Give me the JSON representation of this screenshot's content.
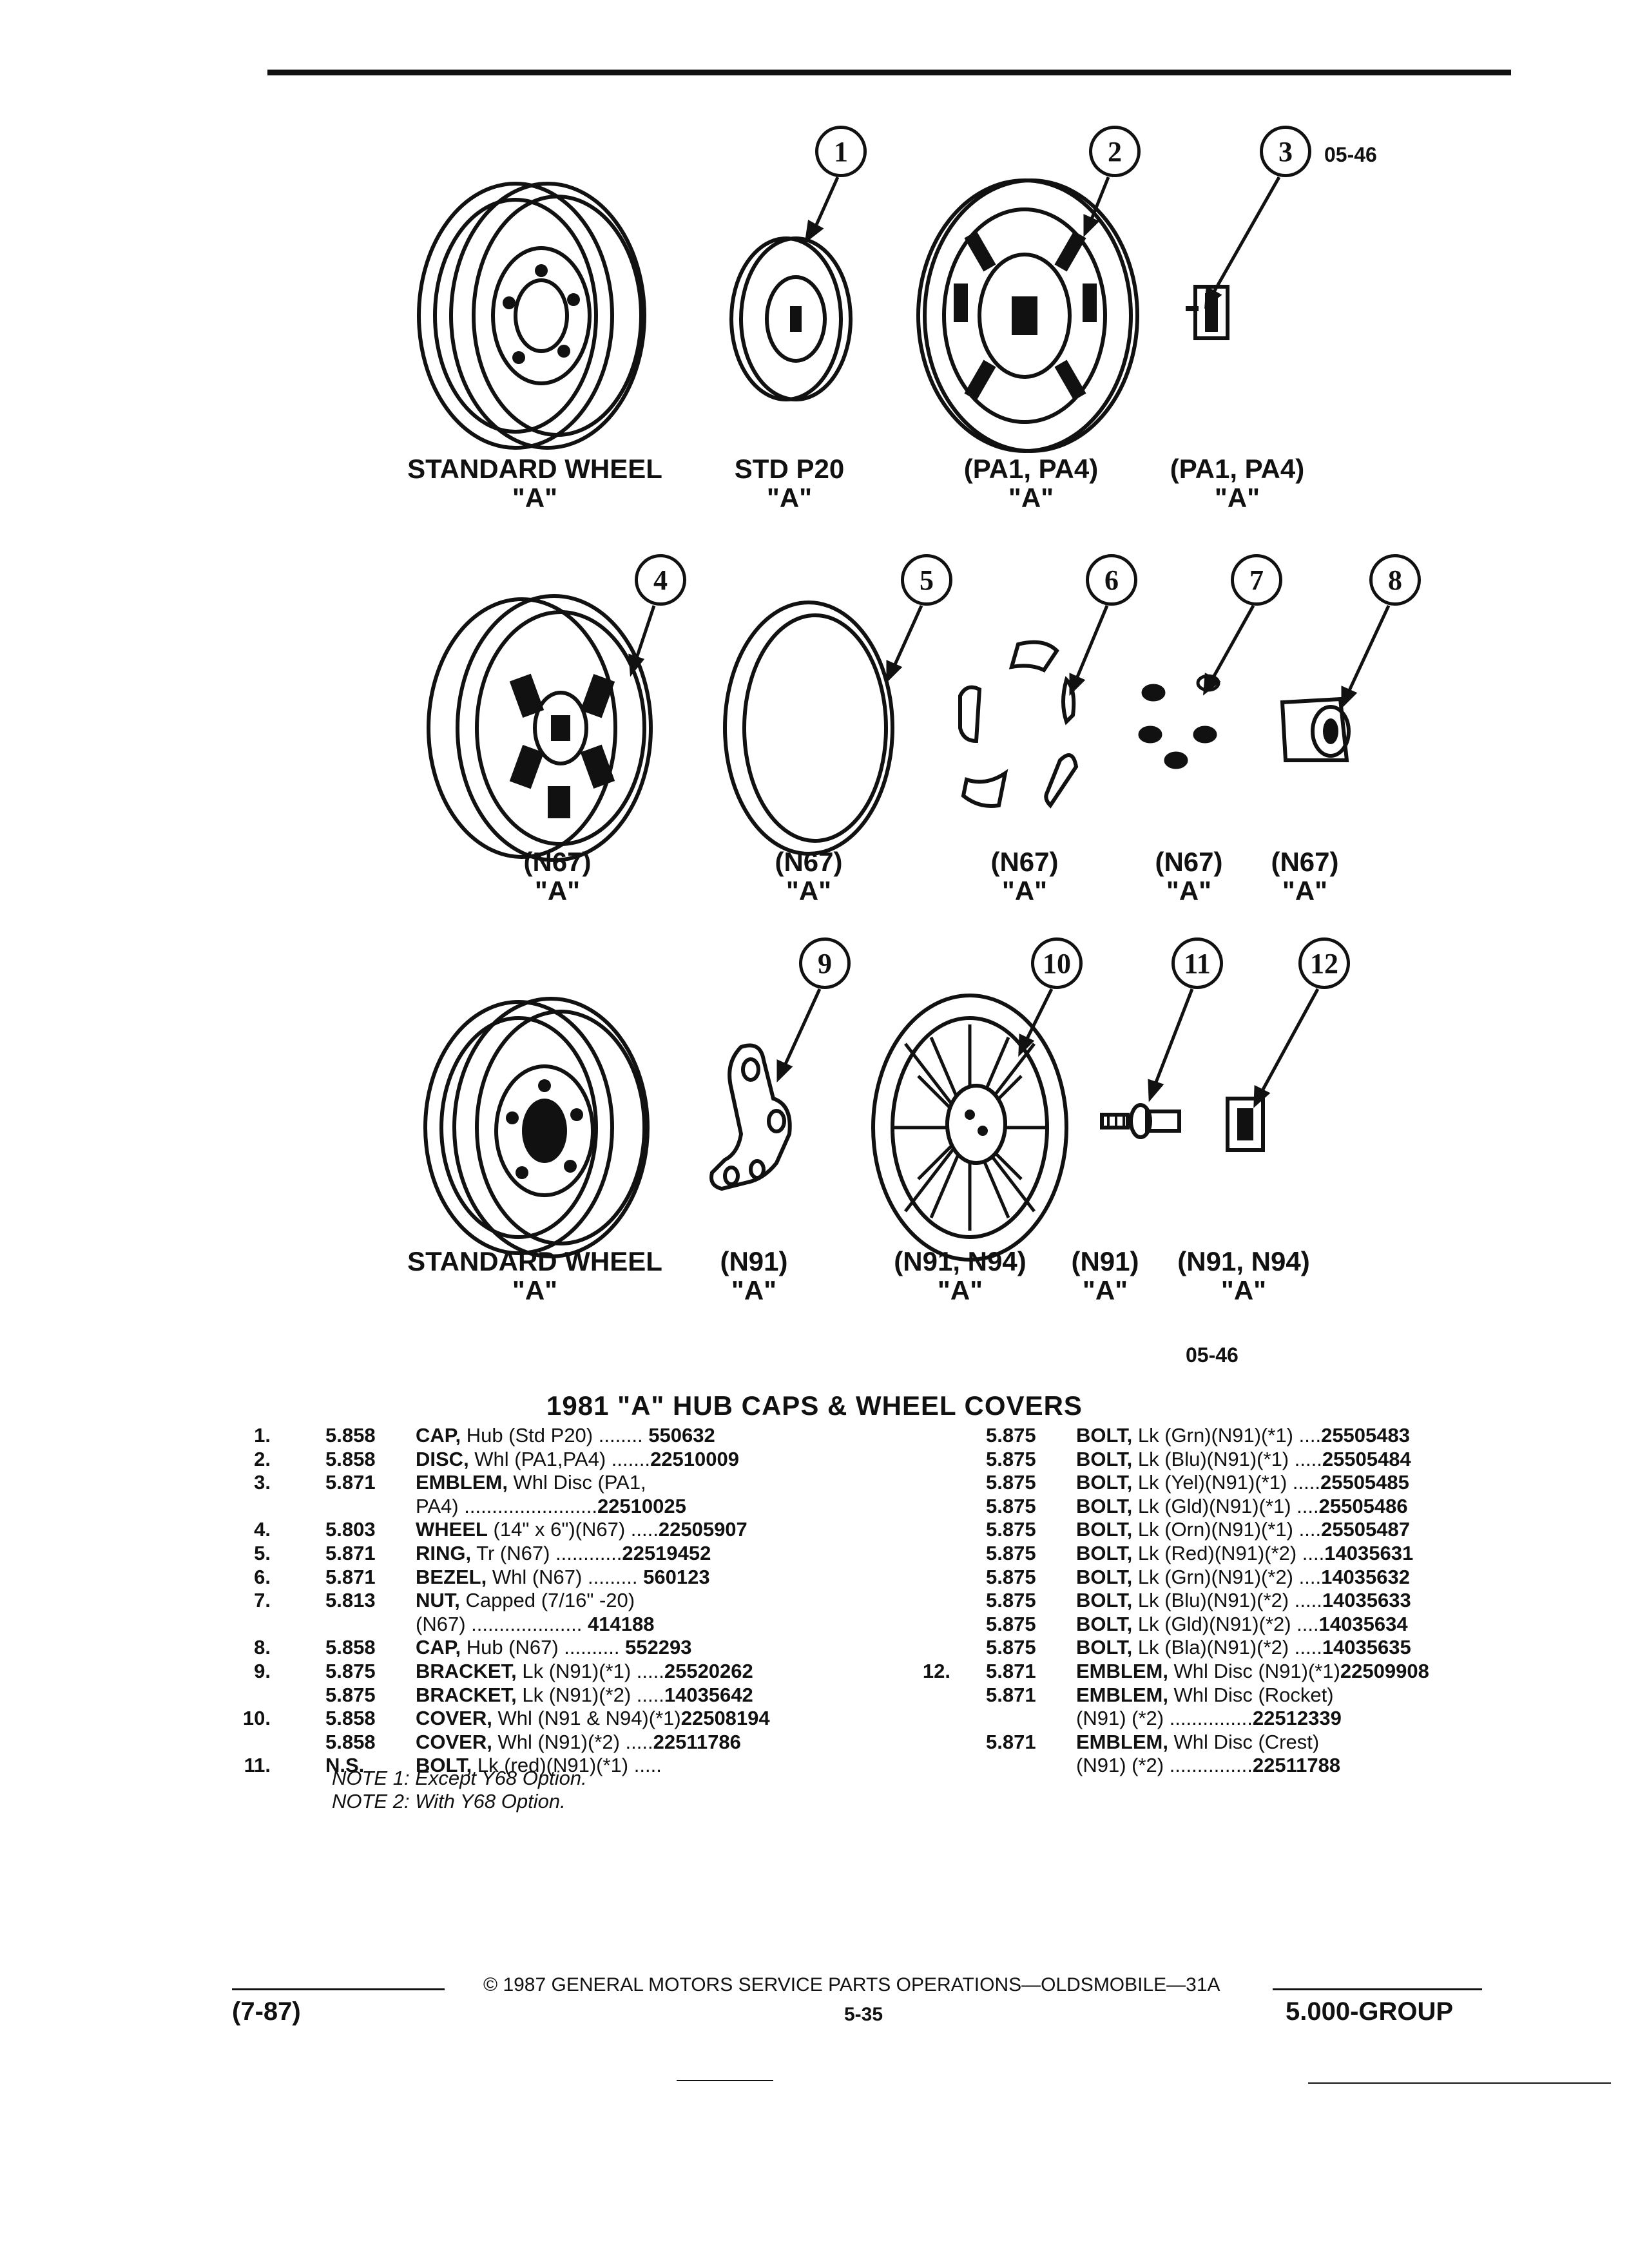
{
  "header": {
    "ref_code": "05-46"
  },
  "illustrations": [
    {
      "callout": "",
      "label": "STANDARD WHEEL",
      "sub": "\"A\""
    },
    {
      "callout": "1",
      "label": "STD P20",
      "sub": "\"A\""
    },
    {
      "callout": "2",
      "label": "(PA1, PA4)",
      "sub": "\"A\""
    },
    {
      "callout": "3",
      "label": "(PA1, PA4)",
      "sub": "\"A\""
    },
    {
      "callout": "4",
      "label": "(N67)",
      "sub": "\"A\""
    },
    {
      "callout": "5",
      "label": "(N67)",
      "sub": "\"A\""
    },
    {
      "callout": "6",
      "label": "(N67)",
      "sub": "\"A\""
    },
    {
      "callout": "7",
      "label": "(N67)",
      "sub": "\"A\""
    },
    {
      "callout": "8",
      "label": "(N67)",
      "sub": "\"A\""
    },
    {
      "callout": "",
      "label": "STANDARD WHEEL",
      "sub": "\"A\""
    },
    {
      "callout": "9",
      "label": "(N91)",
      "sub": "\"A\""
    },
    {
      "callout": "10",
      "label": "(N91, N94)",
      "sub": "\"A\""
    },
    {
      "callout": "11",
      "label": "(N91)",
      "sub": "\"A\""
    },
    {
      "callout": "12",
      "label": "(N91, N94)",
      "sub": "\"A\""
    }
  ],
  "figure_code": "05-46",
  "title": "1981 \"A\" HUB CAPS & WHEEL COVERS",
  "left_parts": [
    {
      "num": "1.",
      "group": "5.858",
      "name": "CAP,",
      "desc": " Hub (Std P20) ........ ",
      "part": "550632"
    },
    {
      "num": "2.",
      "group": "5.858",
      "name": "DISC,",
      "desc": " Whl (PA1,PA4) .......",
      "part": "22510009"
    },
    {
      "num": "3.",
      "group": "5.871",
      "name": "EMBLEM,",
      "desc": " Whl Disc (PA1,",
      "part": ""
    },
    {
      "num": "",
      "group": "",
      "name": "",
      "desc": "PA4) ........................",
      "part": "22510025"
    },
    {
      "num": "4.",
      "group": "5.803",
      "name": "WHEEL",
      "desc": " (14\" x 6\")(N67) .....",
      "part": "22505907"
    },
    {
      "num": "5.",
      "group": "5.871",
      "name": "RING,",
      "desc": " Tr (N67) ............",
      "part": "22519452"
    },
    {
      "num": "6.",
      "group": "5.871",
      "name": "BEZEL,",
      "desc": " Whl (N67) ......... ",
      "part": "560123"
    },
    {
      "num": "7.",
      "group": "5.813",
      "name": "NUT,",
      "desc": " Capped (7/16\" -20)",
      "part": ""
    },
    {
      "num": "",
      "group": "",
      "name": "",
      "desc": "(N67) .................... ",
      "part": "414188"
    },
    {
      "num": "8.",
      "group": "5.858",
      "name": "CAP,",
      "desc": " Hub (N67) .......... ",
      "part": "552293"
    },
    {
      "num": "9.",
      "group": "5.875",
      "name": "BRACKET,",
      "desc": " Lk (N91)(*1) .....",
      "part": "25520262"
    },
    {
      "num": "",
      "group": "5.875",
      "name": "BRACKET,",
      "desc": " Lk (N91)(*2) .....",
      "part": "14035642"
    },
    {
      "num": "10.",
      "group": "5.858",
      "name": "COVER,",
      "desc": " Whl (N91 & N94)(*1)",
      "part": "22508194"
    },
    {
      "num": "",
      "group": "5.858",
      "name": "COVER,",
      "desc": " Whl (N91)(*2) .....",
      "part": "22511786"
    },
    {
      "num": "11.",
      "group": "N.S.",
      "name": "BOLT,",
      "desc": " Lk (red)(N91)(*1) .....",
      "part": ""
    }
  ],
  "notes": [
    "NOTE 1: Except Y68 Option.",
    "NOTE 2: With Y68 Option."
  ],
  "right_parts": [
    {
      "num": "",
      "group": "5.875",
      "name": "BOLT,",
      "desc": " Lk (Grn)(N91)(*1) ....",
      "part": "25505483"
    },
    {
      "num": "",
      "group": "5.875",
      "name": "BOLT,",
      "desc": " Lk (Blu)(N91)(*1) .....",
      "part": "25505484"
    },
    {
      "num": "",
      "group": "5.875",
      "name": "BOLT,",
      "desc": " Lk (Yel)(N91)(*1) .....",
      "part": "25505485"
    },
    {
      "num": "",
      "group": "5.875",
      "name": "BOLT,",
      "desc": " Lk (Gld)(N91)(*1) ....",
      "part": "25505486"
    },
    {
      "num": "",
      "group": "5.875",
      "name": "BOLT,",
      "desc": " Lk (Orn)(N91)(*1) ....",
      "part": "25505487"
    },
    {
      "num": "",
      "group": "5.875",
      "name": "BOLT,",
      "desc": " Lk (Red)(N91)(*2) ....",
      "part": "14035631"
    },
    {
      "num": "",
      "group": "5.875",
      "name": "BOLT,",
      "desc": " Lk (Grn)(N91)(*2) ....",
      "part": "14035632"
    },
    {
      "num": "",
      "group": "5.875",
      "name": "BOLT,",
      "desc": " Lk (Blu)(N91)(*2) .....",
      "part": "14035633"
    },
    {
      "num": "",
      "group": "5.875",
      "name": "BOLT,",
      "desc": " Lk (Gld)(N91)(*2) ....",
      "part": "14035634"
    },
    {
      "num": "",
      "group": "5.875",
      "name": "BOLT,",
      "desc": " Lk (Bla)(N91)(*2) .....",
      "part": "14035635"
    },
    {
      "num": "12.",
      "group": "5.871",
      "name": "EMBLEM,",
      "desc": " Whl Disc (N91)(*1)",
      "part": "22509908"
    },
    {
      "num": "",
      "group": "5.871",
      "name": "EMBLEM,",
      "desc": " Whl Disc (Rocket)",
      "part": ""
    },
    {
      "num": "",
      "group": "",
      "name": "",
      "desc": "(N91) (*2) ...............",
      "part": "22512339"
    },
    {
      "num": "",
      "group": "5.871",
      "name": "EMBLEM,",
      "desc": " Whl Disc (Crest)",
      "part": ""
    },
    {
      "num": "",
      "group": "",
      "name": "",
      "desc": "(N91) (*2) ...............",
      "part": "22511788"
    }
  ],
  "footer": {
    "left": "(7-87)",
    "center": "© 1987 GENERAL MOTORS SERVICE PARTS OPERATIONS—OLDSMOBILE—31A",
    "page": "5-35",
    "right": "5.000-GROUP"
  }
}
